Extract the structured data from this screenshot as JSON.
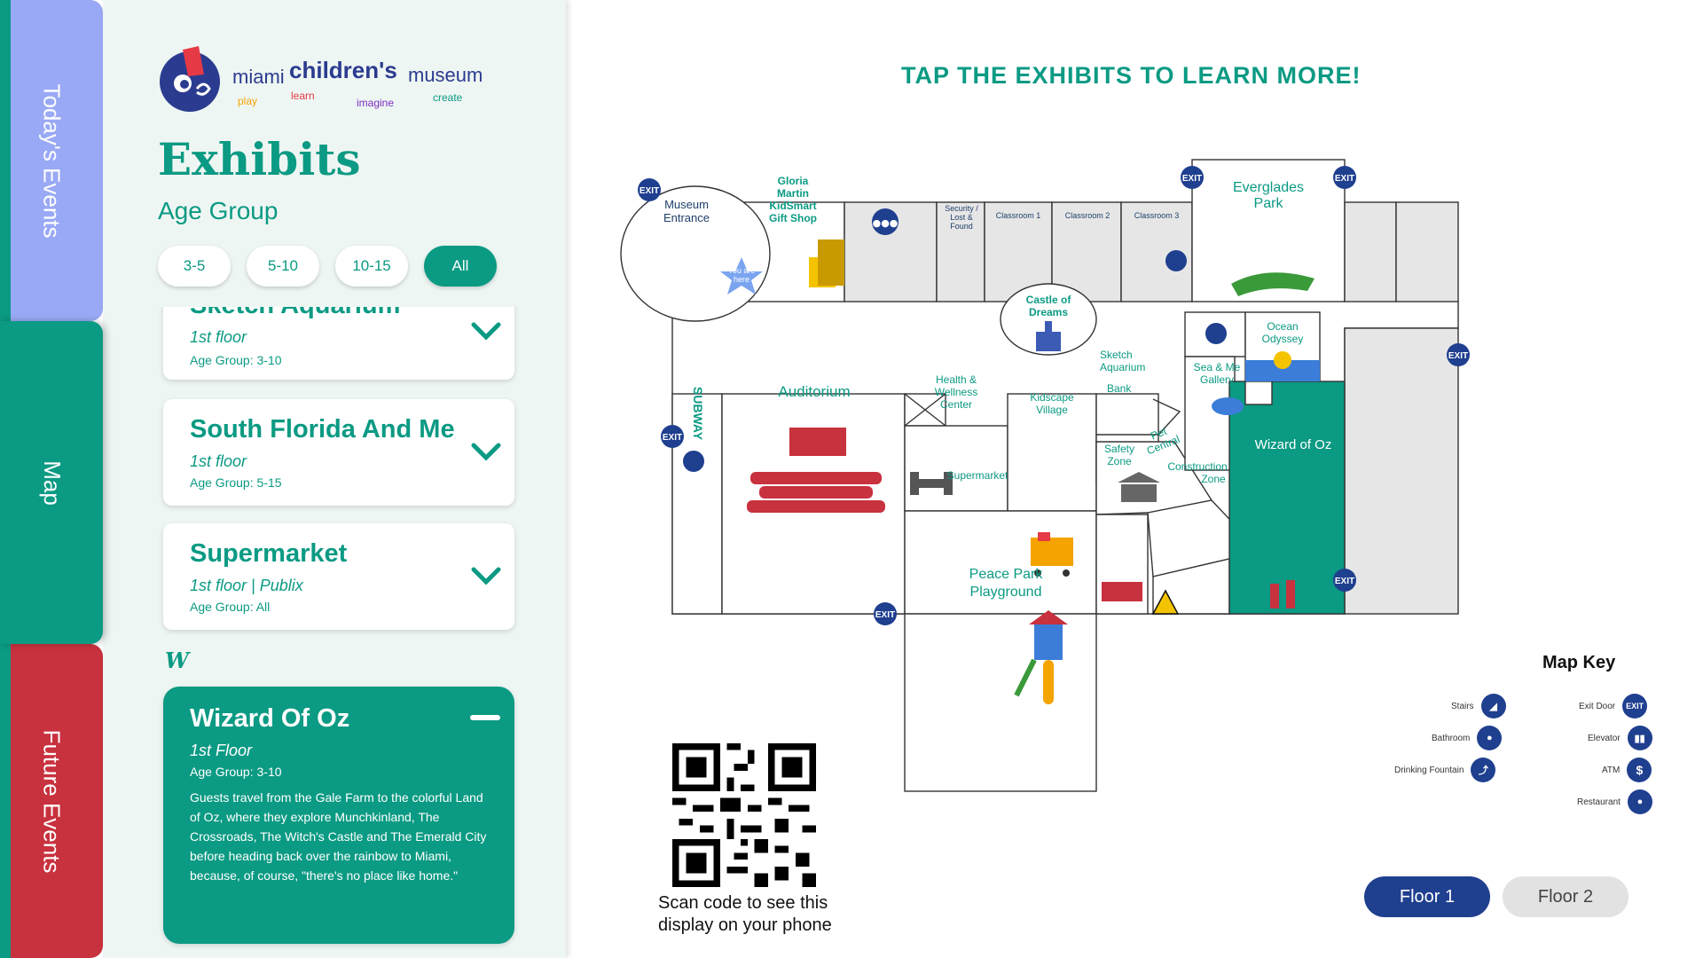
{
  "tabs": [
    {
      "label": "Today's Events",
      "color": "#9aa9f5"
    },
    {
      "label": "Map",
      "color": "#0b9a83"
    },
    {
      "label": "Future Events",
      "color": "#c8313e"
    }
  ],
  "logo": {
    "word1": "miami",
    "word2": "children's",
    "word3": "museum",
    "tagline": [
      "play",
      "learn",
      "imagine",
      "create"
    ]
  },
  "panel": {
    "title": "Exhibits",
    "age_group_label": "Age Group",
    "age_filters": [
      "3-5",
      "5-10",
      "10-15",
      "All"
    ],
    "selected_filter": "All",
    "section_letter": "W",
    "cards": [
      {
        "title": "Sketch Aquarium",
        "floor": "1st floor",
        "age": "Age Group: 3-10"
      },
      {
        "title": "South Florida And Me",
        "floor": "1st floor",
        "age": "Age Group: 5-15"
      },
      {
        "title": "Supermarket",
        "floor": "1st floor | Publix",
        "age": "Age Group: All"
      }
    ],
    "expanded": {
      "title": "Wizard Of Oz",
      "floor": "1st Floor",
      "age": "Age Group: 3-10",
      "description": "Guests travel from the Gale Farm to the colorful Land of Oz, where they explore Munchkinland, The Crossroads, The Witch's Castle and The Emerald City before heading back over the rainbow to Miami, because, of course, \"there's no place like home.\""
    }
  },
  "map": {
    "headline": "TAP THE EXHIBITS TO LEARN MORE!",
    "rooms": {
      "museum_entrance": [
        "Museum",
        "Entrance"
      ],
      "gift_shop": [
        "Gloria",
        "Martin",
        "KidSmart",
        "Gift Shop"
      ],
      "security": [
        "Security /",
        "Lost &",
        "Found"
      ],
      "classroom1": "Classroom 1",
      "classroom2": "Classroom 2",
      "classroom3": "Classroom 3",
      "everglades": [
        "Everglades",
        "Park"
      ],
      "you_are_here": [
        "You are",
        "here"
      ],
      "castle": [
        "Castle of",
        "Dreams"
      ],
      "auditorium": "Auditorium",
      "health": [
        "Health &",
        "Wellness",
        "Center"
      ],
      "kidscape": [
        "Kidscape",
        "Village"
      ],
      "sketch": [
        "Sketch",
        "Aquarium"
      ],
      "bank": "Bank",
      "sea_me": [
        "Sea & Me",
        "Gallery"
      ],
      "ocean": [
        "Ocean",
        "Odyssey"
      ],
      "pet": [
        "Pet",
        "Central"
      ],
      "safety": [
        "Safety",
        "Zone"
      ],
      "construction": [
        "Construction",
        "Zone"
      ],
      "wizard": "Wizard of Oz",
      "supermarket": "Supermarket",
      "peace_park": [
        "Peace Park",
        "Playground"
      ],
      "subway": "SUBWAY",
      "exit": "EXIT"
    },
    "qr_caption": [
      "Scan code to see this",
      "display on your phone"
    ],
    "key": {
      "title": "Map Key",
      "items": [
        {
          "label": "Stairs",
          "icon": "stairs-icon"
        },
        {
          "label": "Exit Door",
          "icon": "exit-icon",
          "glyph": "EXIT"
        },
        {
          "label": "Bathroom",
          "icon": "bathroom-icon"
        },
        {
          "label": "Elevator",
          "icon": "elevator-icon"
        },
        {
          "label": "Drinking Fountain",
          "icon": "fountain-icon"
        },
        {
          "label": "ATM",
          "icon": "atm-icon",
          "glyph": "$"
        },
        {
          "label": "Restaurant",
          "icon": "restaurant-icon"
        }
      ]
    },
    "floors": [
      "Floor 1",
      "Floor 2"
    ],
    "active_floor": "Floor 1",
    "colors": {
      "teal": "#0b9a83",
      "navy": "#1f3f8f",
      "gray_room": "#e6e6e6"
    }
  }
}
